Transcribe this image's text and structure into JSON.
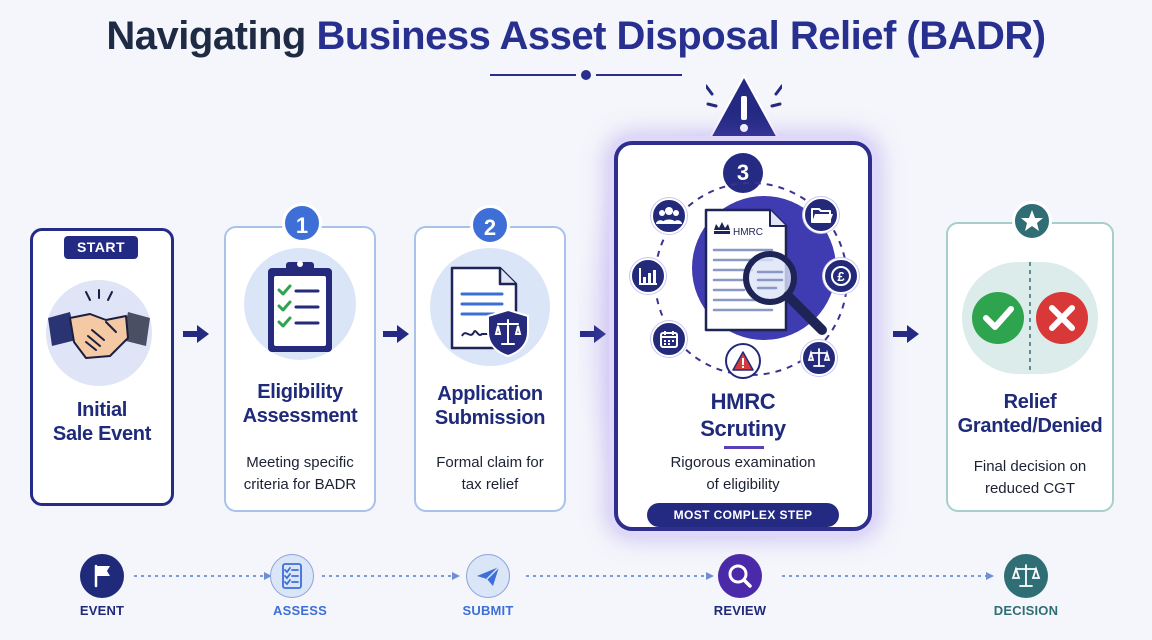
{
  "title": {
    "part1": "Navigating",
    "part2": "Business Asset Disposal Relief (BADR)"
  },
  "colors": {
    "navy": "#242a82",
    "blue": "#3d6fd6",
    "purple": "#3f3bb0",
    "teal": "#2f6e74",
    "green": "#2ea44f",
    "red": "#d93838",
    "warning": "#242a82"
  },
  "steps": [
    {
      "badge": "START",
      "icon": "handshake-icon",
      "heading_lines": [
        "Initial",
        "Sale Event"
      ],
      "description_lines": []
    },
    {
      "number": "1",
      "icon": "clipboard-checklist-icon",
      "heading_lines": [
        "Eligibility",
        "Assessment"
      ],
      "description_lines": [
        "Meeting specific",
        "criteria for BADR"
      ]
    },
    {
      "number": "2",
      "icon": "signed-document-shield-icon",
      "heading_lines": [
        "Application",
        "Submission"
      ],
      "description_lines": [
        "Formal claim for",
        "tax relief"
      ]
    },
    {
      "number": "3",
      "icon": "magnifier-document-icon",
      "document_label": "HMRC",
      "heading_lines": [
        "HMRC",
        "Scrutiny"
      ],
      "description_lines": [
        "Rigorous examination",
        "of eligibility"
      ],
      "pill": "MOST COMPLEX STEP",
      "satellites": [
        "people-icon",
        "folder-icon",
        "pound-icon",
        "scales-icon",
        "warning-icon",
        "calendar-icon",
        "bar-chart-icon"
      ]
    },
    {
      "icon": "check-cross-icon",
      "heading_lines": [
        "Relief",
        "Granted/Denied"
      ],
      "description_lines": [
        "Final decision on",
        "reduced CGT"
      ]
    }
  ],
  "timeline": [
    {
      "label": "EVENT",
      "icon": "flag-icon"
    },
    {
      "label": "ASSESS",
      "icon": "checklist-icon"
    },
    {
      "label": "SUBMIT",
      "icon": "paper-plane-icon"
    },
    {
      "label": "REVIEW",
      "icon": "search-icon"
    },
    {
      "label": "DECISION",
      "icon": "scales-icon"
    }
  ]
}
